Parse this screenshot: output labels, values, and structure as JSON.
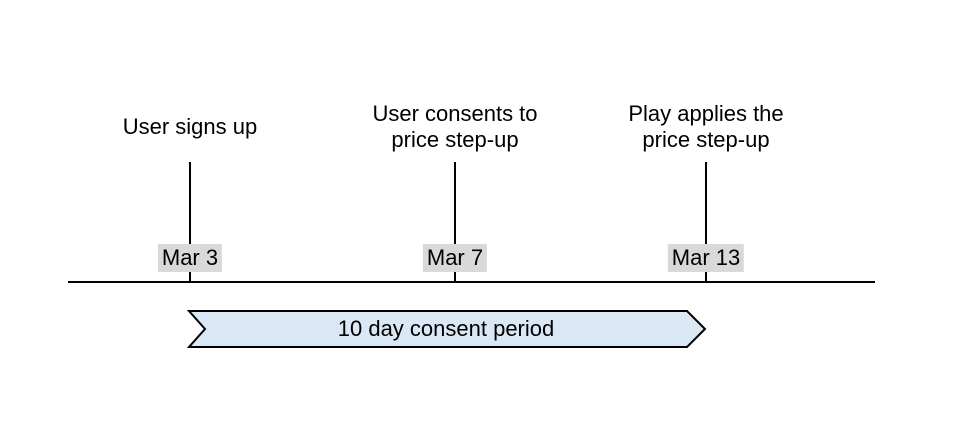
{
  "diagram": {
    "type": "timeline",
    "milestones": [
      {
        "title": "User signs up",
        "date": "Mar 3"
      },
      {
        "title": "User consents to\nprice step-up",
        "date": "Mar 7"
      },
      {
        "title": "Play applies the\nprice step-up",
        "date": "Mar 13"
      }
    ],
    "period": {
      "label": "10 day consent period",
      "start_date": "Mar 3",
      "end_date": "Mar 13"
    },
    "colors": {
      "banner_fill": "#dae8f6",
      "banner_border": "#000000",
      "date_label_bg": "#d9d9d9",
      "line": "#000000",
      "text": "#000000"
    }
  }
}
